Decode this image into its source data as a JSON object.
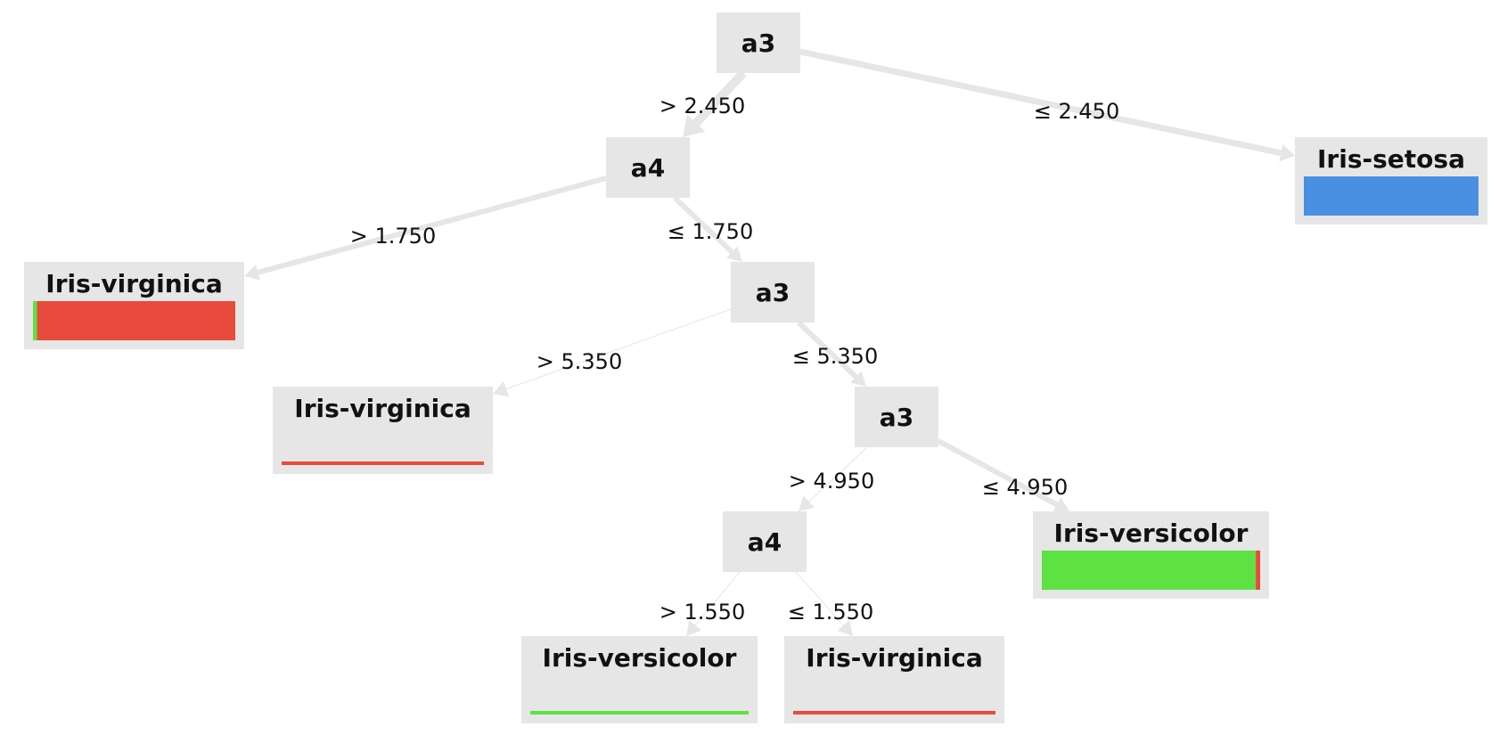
{
  "colors": {
    "node_fill": "#e6e6e6",
    "edge": "#e6e6e6",
    "Iris-setosa": "#4a90e2",
    "Iris-versicolor": "#5ee142",
    "Iris-virginica": "#e84a3c"
  },
  "tree": {
    "nodes": [
      {
        "id": "n1",
        "label": "a3",
        "type": "split"
      },
      {
        "id": "n2",
        "label": "a4",
        "type": "split"
      },
      {
        "id": "n3",
        "label": "Iris-setosa",
        "type": "leaf",
        "bar": [
          [
            "Iris-setosa",
            1.0
          ]
        ]
      },
      {
        "id": "n4",
        "label": "Iris-virginica",
        "type": "leaf",
        "bar": [
          [
            "Iris-versicolor",
            0.02
          ],
          [
            "Iris-virginica",
            0.98
          ]
        ]
      },
      {
        "id": "n5",
        "label": "a3",
        "type": "split"
      },
      {
        "id": "n6",
        "label": "Iris-virginica",
        "type": "leaf",
        "bar": [
          [
            "Iris-virginica",
            1.0
          ]
        ]
      },
      {
        "id": "n7",
        "label": "a3",
        "type": "split"
      },
      {
        "id": "n8",
        "label": "a4",
        "type": "split"
      },
      {
        "id": "n9",
        "label": "Iris-versicolor",
        "type": "leaf",
        "bar": [
          [
            "Iris-versicolor",
            0.98
          ],
          [
            "Iris-virginica",
            0.02
          ]
        ]
      },
      {
        "id": "n10",
        "label": "Iris-versicolor",
        "type": "leaf",
        "bar": [
          [
            "Iris-versicolor",
            1.0
          ]
        ]
      },
      {
        "id": "n11",
        "label": "Iris-virginica",
        "type": "leaf",
        "bar": [
          [
            "Iris-virginica",
            1.0
          ]
        ]
      }
    ],
    "edges": [
      {
        "from": "n1",
        "to": "n2",
        "label": "> 2.450"
      },
      {
        "from": "n1",
        "to": "n3",
        "label": "≤ 2.450"
      },
      {
        "from": "n2",
        "to": "n4",
        "label": "> 1.750"
      },
      {
        "from": "n2",
        "to": "n5",
        "label": "≤ 1.750"
      },
      {
        "from": "n5",
        "to": "n6",
        "label": "> 5.350"
      },
      {
        "from": "n5",
        "to": "n7",
        "label": "≤ 5.350"
      },
      {
        "from": "n7",
        "to": "n8",
        "label": "> 4.950"
      },
      {
        "from": "n7",
        "to": "n9",
        "label": "≤ 4.950"
      },
      {
        "from": "n8",
        "to": "n10",
        "label": "> 1.550"
      },
      {
        "from": "n8",
        "to": "n11",
        "label": "≤ 1.550"
      }
    ]
  }
}
